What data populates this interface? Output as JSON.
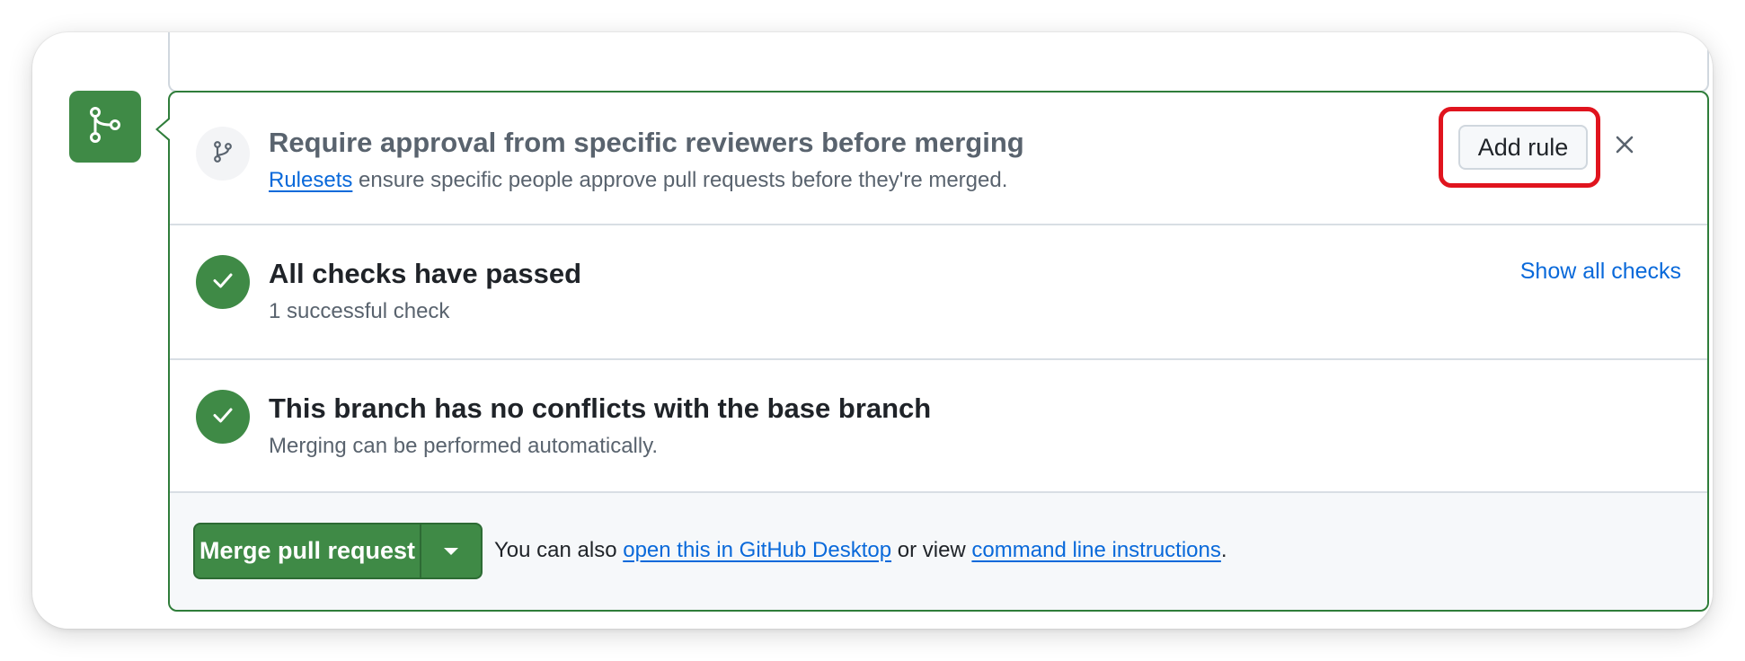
{
  "colors": {
    "success_green": "#3f8a46",
    "merge_border_green": "#2f7d3a",
    "link_blue": "#0969da",
    "highlight_red": "#e0141e",
    "muted_text": "#59636e"
  },
  "badge": {
    "icon": "git-merge-icon"
  },
  "approval": {
    "icon": "git-branch-icon",
    "title": "Require approval from specific reviewers before merging",
    "link_text": "Rulesets",
    "description": " ensure specific people approve pull requests before they're merged.",
    "add_rule_label": "Add rule",
    "dismiss_icon": "close-icon"
  },
  "checks": {
    "icon": "check-icon",
    "title": "All checks have passed",
    "subtitle": "1 successful check",
    "show_all_label": "Show all checks"
  },
  "conflicts": {
    "icon": "check-icon",
    "title": "This branch has no conflicts with the base branch",
    "subtitle": "Merging can be performed automatically."
  },
  "merge": {
    "button_label": "Merge pull request",
    "dropdown_icon": "triangle-down-icon",
    "text_before": "You can also ",
    "desktop_link": "open this in GitHub Desktop",
    "text_middle": " or view ",
    "cli_link": "command line instructions",
    "text_end": "."
  }
}
